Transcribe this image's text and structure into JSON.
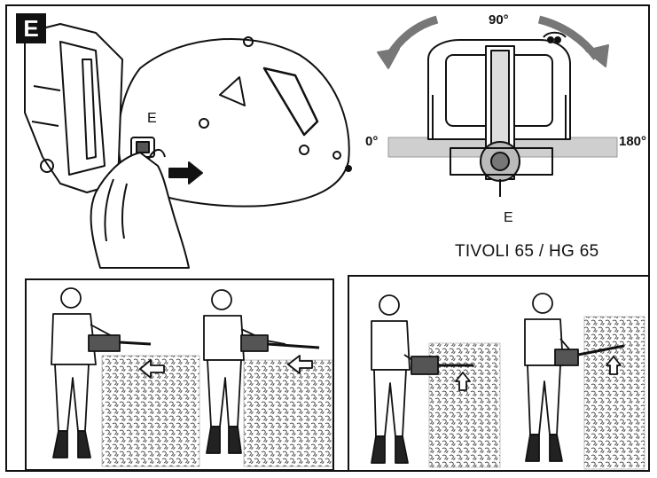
{
  "figure": {
    "section_badge": "E",
    "angle_labels": {
      "left": "0°",
      "top": "90°",
      "right": "180°"
    },
    "part_label_main": "E",
    "part_label_detail": "E",
    "model_caption": "TIVOLI 65 / HG 65"
  }
}
